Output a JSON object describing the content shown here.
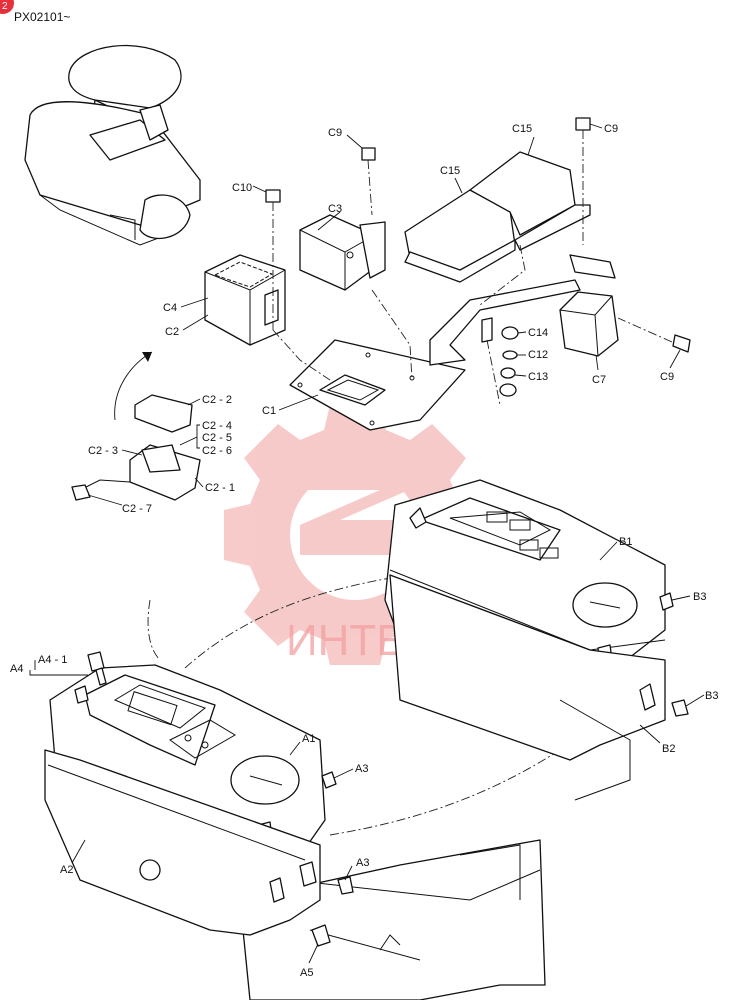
{
  "header": {
    "serial_range": "PX02101~",
    "corner_mark": "2"
  },
  "watermark": {
    "text": "ИНТЕХ"
  },
  "colors": {
    "line": "#111111",
    "watermark": "#f2a0a0",
    "corner_badge": "#e8303c"
  },
  "callouts": {
    "c9_top_center": "C9",
    "c9_top_right": "C9",
    "c9_right": "C9",
    "c10": "C10",
    "c3": "C3",
    "c15_a": "C15",
    "c15_b": "C15",
    "c4": "C4",
    "c2": "C2",
    "c1": "C1",
    "c14": "C14",
    "c12": "C12",
    "c13": "C13",
    "c7": "C7",
    "c2_2": "C2 - 2",
    "c2_4": "C2 - 4",
    "c2_5": "C2 - 5",
    "c2_3": "C2 - 3",
    "c2_6": "C2 - 6",
    "c2_1": "C2 - 1",
    "c2_7": "C2 - 7",
    "b1": "B1",
    "b3_top": "B3",
    "b3_bottom": "B3",
    "b2": "B2",
    "a4": "A4",
    "a4_1": "A4 - 1",
    "a1": "A1",
    "a3_top": "A3",
    "a3_bottom": "A3",
    "a2": "A2",
    "a5": "A5"
  }
}
